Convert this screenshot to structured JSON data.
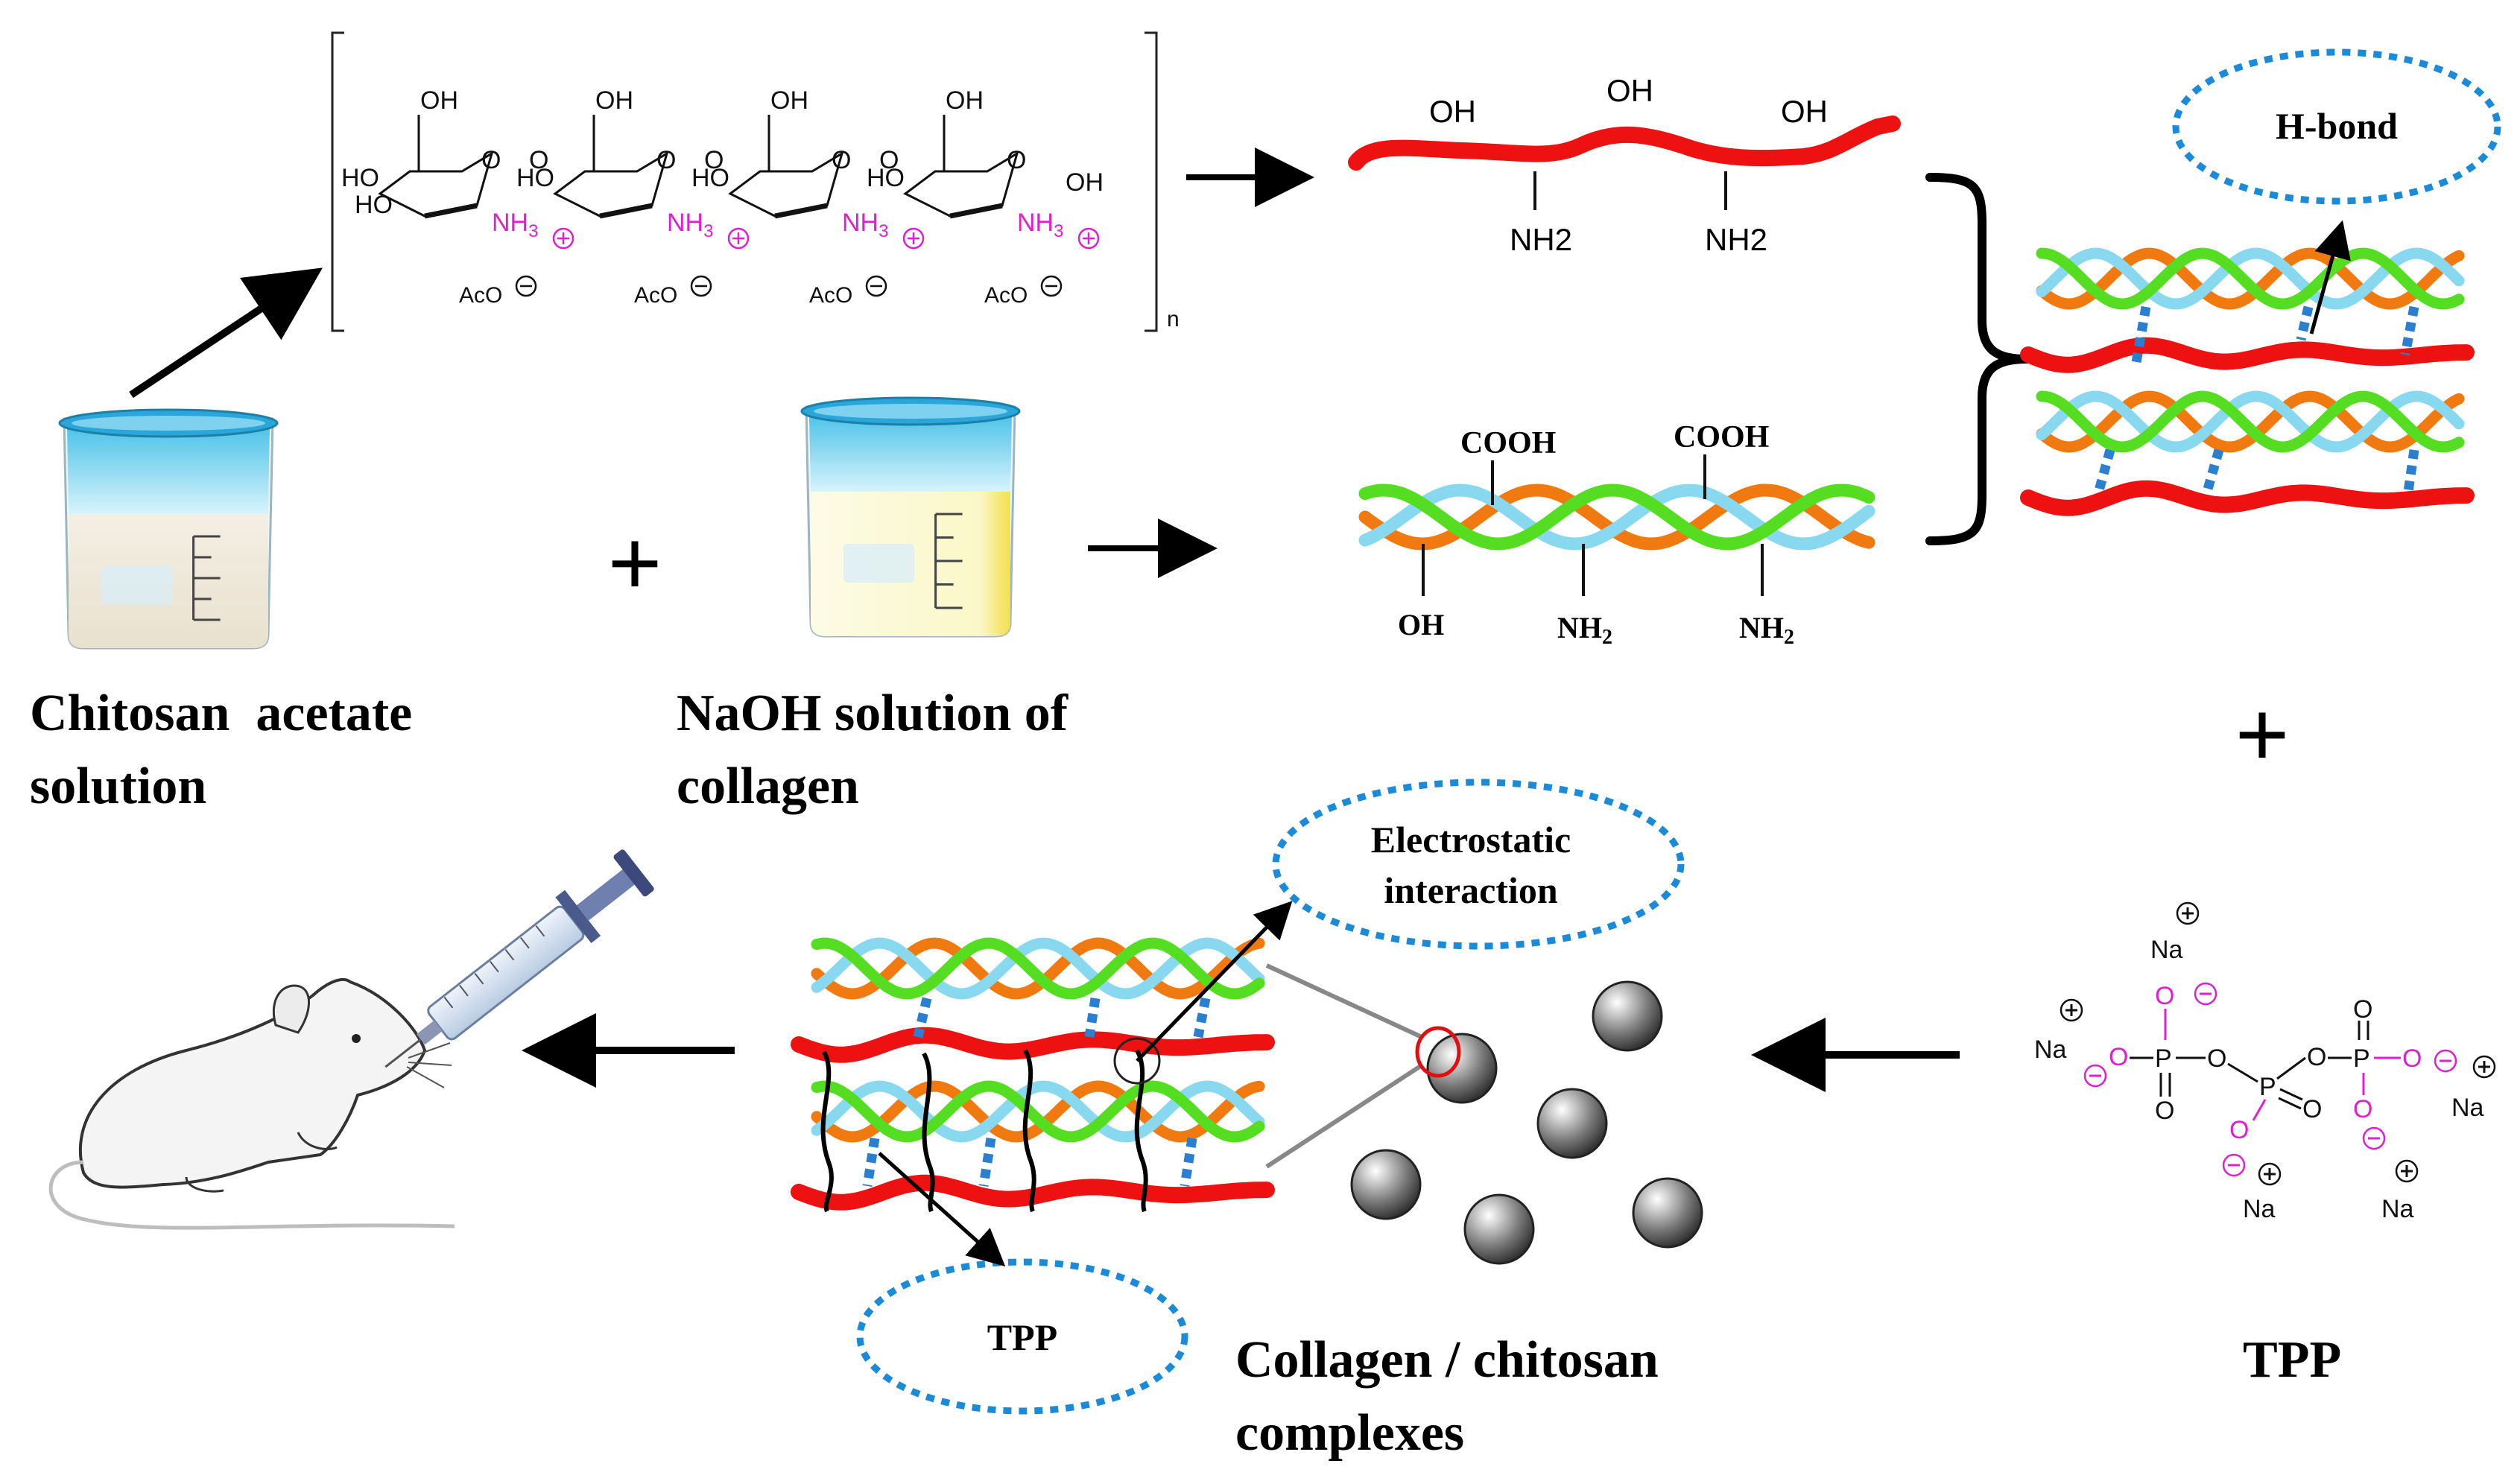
{
  "labels": {
    "chitosan_line1": "Chitosan  acetate",
    "chitosan_line2": "solution",
    "collagen_sol_line1": "NaOH solution of",
    "collagen_sol_line2": "collagen",
    "complex_line1": "Collagen / chitosan",
    "complex_line2": "complexes",
    "tpp_bottom": "TPP",
    "plus": "+"
  },
  "callouts": {
    "hbond": "H-bond",
    "electrostatic_line1": "Electrostatic",
    "electrostatic_line2": "interaction",
    "tpp": "TPP"
  },
  "chitosan_structure": {
    "oh": "OH",
    "ho": "HO",
    "nh3": "NH",
    "nh3_sub": "3",
    "aco": "AcO",
    "repeat": "n",
    "o": "O"
  },
  "chitosan_chain": {
    "oh": "OH",
    "nh2": "NH2"
  },
  "collagen_chain": {
    "cooh": "COOH",
    "oh": "OH",
    "nh": "NH",
    "nh_sub": "2"
  },
  "tpp_structure": {
    "na": "Na",
    "p": "P",
    "o": "O"
  },
  "colors": {
    "chitosan_red": "#ee1111",
    "collagen_green": "#55dd22",
    "collagen_orange": "#f07a10",
    "collagen_blue": "#88d8f0",
    "hbond_blue": "#2a7fd0",
    "callout_blue": "#1b8ad8",
    "charge_magenta": "#e020d0"
  }
}
